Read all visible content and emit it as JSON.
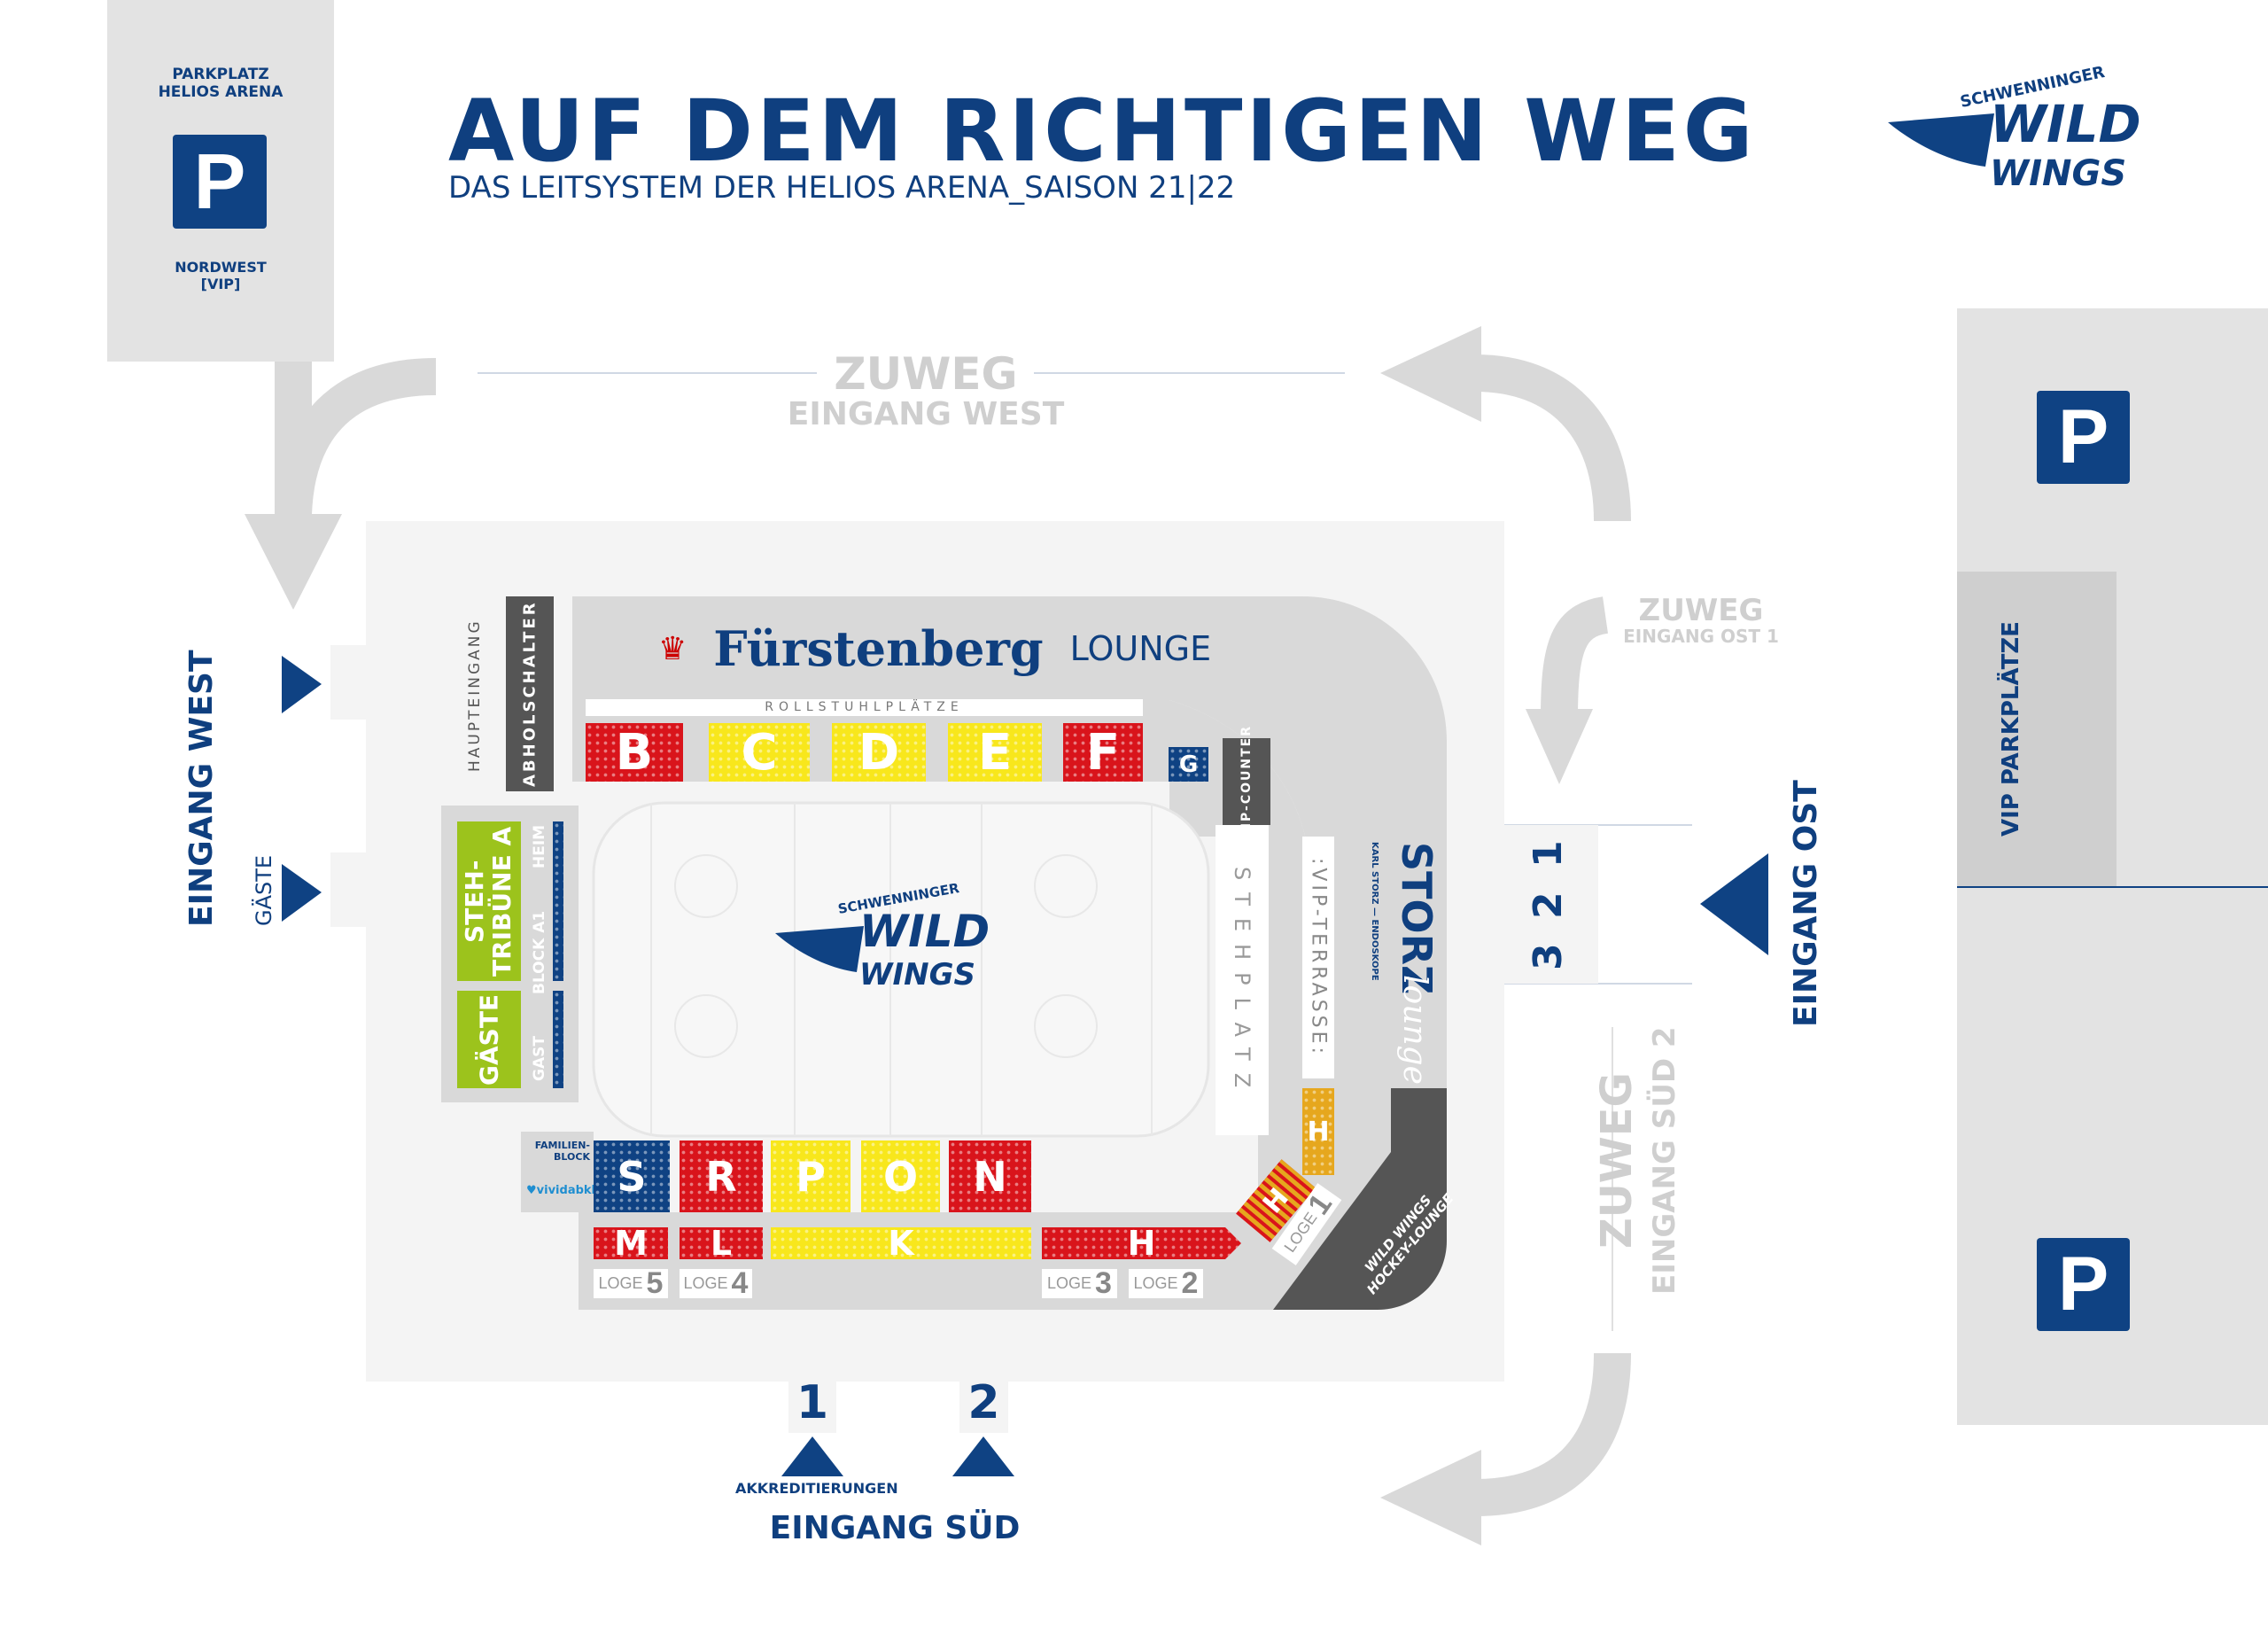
{
  "header": {
    "title": "AUF DEM RICHTIGEN WEG",
    "subtitle": "DAS LEITSYSTEM DER HELIOS ARENA_SAISON 21|22"
  },
  "logo": {
    "top": "SCHWENNINGER",
    "line1": "WILD",
    "line2": "WINGS"
  },
  "parking_northwest": {
    "label_line1": "PARKPLATZ",
    "label_line2": "HELIOS ARENA",
    "icon": "P",
    "sub_line1": "NORDWEST",
    "sub_line2": "[VIP]"
  },
  "parking_east": {
    "icon_top": "P",
    "icon_bottom": "P",
    "vip_label": "VIP PARKPLÄTZE"
  },
  "access_paths": {
    "west_line1": "ZUWEG",
    "west_line2": "EINGANG WEST",
    "east_line1": "ZUWEG",
    "east_line2": "EINGANG OST 1",
    "south_line1": "ZUWEG",
    "south_line2": "EINGANG SÜD 2"
  },
  "entrances": {
    "west": "EINGANG WEST",
    "guests": "GÄSTE",
    "east": "EINGANG OST",
    "east_gates": [
      "1",
      "2",
      "3"
    ],
    "south": "EINGANG SÜD",
    "south_gates": [
      "1",
      "2"
    ],
    "accreditation": "AKKREDITIERUNGEN"
  },
  "arena": {
    "main_entrance": "HAUPTEINGANG",
    "pickup_counter": "ABHOLSCHALTER",
    "lounge_brand": "Fürstenberg",
    "lounge_label": "LOUNGE",
    "wheelchair": "ROLLSTUHLPLÄTZE",
    "north_blocks": [
      {
        "letter": "B",
        "color": "red"
      },
      {
        "letter": "C",
        "color": "yellow"
      },
      {
        "letter": "D",
        "color": "yellow"
      },
      {
        "letter": "E",
        "color": "yellow"
      },
      {
        "letter": "F",
        "color": "red"
      },
      {
        "letter": "G",
        "color": "blue"
      }
    ],
    "vip_counter": "VIP-COUNTER",
    "standing_area": "STEHPLATZ",
    "vip_terrace": ":VIP-TERRASSE:",
    "storz_brand": "STORZ",
    "storz_sub": "KARL STORZ — ENDOSKOPE",
    "storz_lounge": "lounge",
    "west_stand_home": "STEH-TRIBÜNE A",
    "west_stand_guests": "GÄSTE",
    "home_block": "HEIM",
    "block_a1": "BLOCK A1",
    "guest_block": "GAST",
    "family_block": "FAMILIEN-BLOCK",
    "sponsor": "vividabkk",
    "south_upper_blocks": [
      {
        "letter": "S",
        "color": "blue"
      },
      {
        "letter": "R",
        "color": "red"
      },
      {
        "letter": "P",
        "color": "yellow"
      },
      {
        "letter": "O",
        "color": "yellow"
      },
      {
        "letter": "N",
        "color": "red"
      }
    ],
    "south_lower_blocks": [
      {
        "letter": "M",
        "color": "red"
      },
      {
        "letter": "L",
        "color": "red"
      },
      {
        "letter": "K",
        "color": "yellow"
      },
      {
        "letter": "H",
        "color": "red"
      }
    ],
    "corner_blocks": [
      {
        "letter": "H",
        "color": "orange"
      },
      {
        "letter": "H",
        "color": "red"
      }
    ],
    "boxes": [
      {
        "label": "LOGE",
        "number": "5"
      },
      {
        "label": "LOGE",
        "number": "4"
      },
      {
        "label": "LOGE",
        "number": "3"
      },
      {
        "label": "LOGE",
        "number": "2"
      },
      {
        "label": "LOGE",
        "number": "1"
      }
    ],
    "hockey_lounge": "WILD WINGS HOCKEY-LOUNGE"
  },
  "colors": {
    "navy": "#0f3f7f",
    "red": "#d9141b",
    "yellow": "#f8e71c",
    "blue": "#0f4283",
    "green": "#9cc31c",
    "orange": "#e6a71e",
    "path_grey": "#d9d9d9",
    "dark_grey": "#555555"
  }
}
